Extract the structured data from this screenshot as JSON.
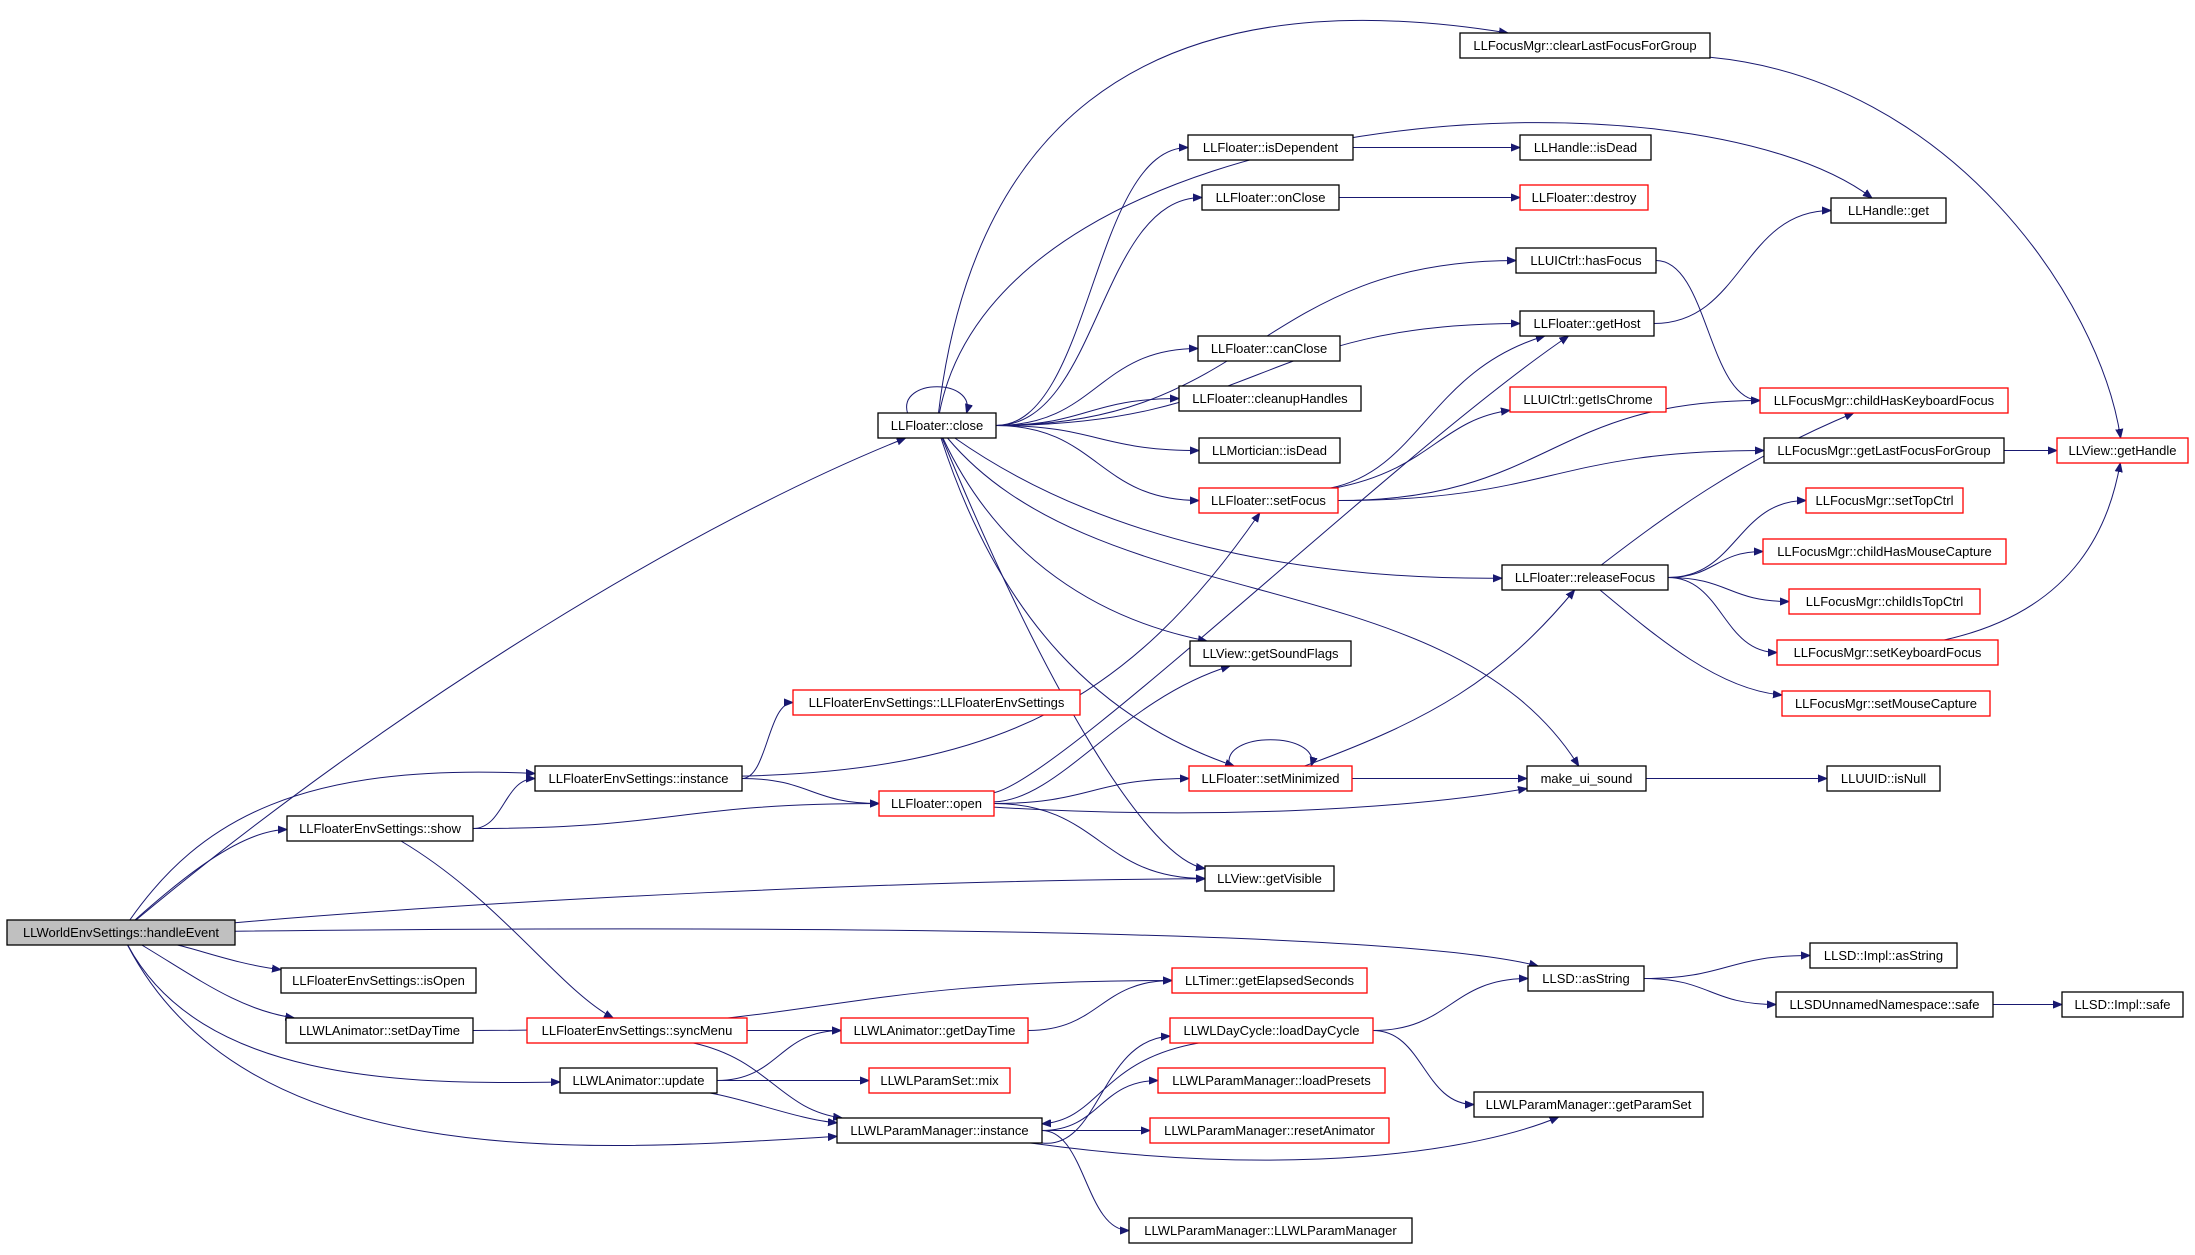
{
  "colors": {
    "edge": "#191970",
    "border_defined": "#000000",
    "border_undocumented": "#ff0000",
    "root_fill": "#c0c0c0"
  },
  "nodes": [
    {
      "id": "handleEvent",
      "label": "LLWorldEnvSettings::handleEvent",
      "style": "root"
    },
    {
      "id": "close",
      "label": "LLFloater::close",
      "style": "black"
    },
    {
      "id": "clearLastFocus",
      "label": "LLFocusMgr::clearLastFocusForGroup",
      "style": "black"
    },
    {
      "id": "isDependent",
      "label": "LLFloater::isDependent",
      "style": "black"
    },
    {
      "id": "handleIsDead",
      "label": "LLHandle::isDead",
      "style": "black"
    },
    {
      "id": "onClose",
      "label": "LLFloater::onClose",
      "style": "black"
    },
    {
      "id": "destroy",
      "label": "LLFloater::destroy",
      "style": "red"
    },
    {
      "id": "handleGet",
      "label": "LLHandle::get",
      "style": "black"
    },
    {
      "id": "hasFocus",
      "label": "LLUICtrl::hasFocus",
      "style": "black"
    },
    {
      "id": "getHost",
      "label": "LLFloater::getHost",
      "style": "black"
    },
    {
      "id": "canClose",
      "label": "LLFloater::canClose",
      "style": "black"
    },
    {
      "id": "cleanupHandles",
      "label": "LLFloater::cleanupHandles",
      "style": "black"
    },
    {
      "id": "morticianIsDead",
      "label": "LLMortician::isDead",
      "style": "black"
    },
    {
      "id": "getIsChrome",
      "label": "LLUICtrl::getIsChrome",
      "style": "red"
    },
    {
      "id": "childHasKbFocus",
      "label": "LLFocusMgr::childHasKeyboardFocus",
      "style": "red"
    },
    {
      "id": "getLastFocus",
      "label": "LLFocusMgr::getLastFocusForGroup",
      "style": "black"
    },
    {
      "id": "getHandle",
      "label": "LLView::getHandle",
      "style": "red"
    },
    {
      "id": "setFocus",
      "label": "LLFloater::setFocus",
      "style": "red"
    },
    {
      "id": "setTopCtrl",
      "label": "LLFocusMgr::setTopCtrl",
      "style": "red"
    },
    {
      "id": "childHasMouse",
      "label": "LLFocusMgr::childHasMouseCapture",
      "style": "red"
    },
    {
      "id": "releaseFocus",
      "label": "LLFloater::releaseFocus",
      "style": "black"
    },
    {
      "id": "childIsTopCtrl",
      "label": "LLFocusMgr::childIsTopCtrl",
      "style": "red"
    },
    {
      "id": "setKbFocus",
      "label": "LLFocusMgr::setKeyboardFocus",
      "style": "red"
    },
    {
      "id": "getSoundFlags",
      "label": "LLView::getSoundFlags",
      "style": "black"
    },
    {
      "id": "envCtor",
      "label": "LLFloaterEnvSettings::LLFloaterEnvSettings",
      "style": "red"
    },
    {
      "id": "setMouseCapture",
      "label": "LLFocusMgr::setMouseCapture",
      "style": "red"
    },
    {
      "id": "envInstance",
      "label": "LLFloaterEnvSettings::instance",
      "style": "black"
    },
    {
      "id": "setMinimized",
      "label": "LLFloater::setMinimized",
      "style": "red"
    },
    {
      "id": "makeUiSound",
      "label": "make_ui_sound",
      "style": "black"
    },
    {
      "id": "uuidIsNull",
      "label": "LLUUID::isNull",
      "style": "black"
    },
    {
      "id": "open",
      "label": "LLFloater::open",
      "style": "red"
    },
    {
      "id": "envShow",
      "label": "LLFloaterEnvSettings::show",
      "style": "black"
    },
    {
      "id": "getVisible",
      "label": "LLView::getVisible",
      "style": "black"
    },
    {
      "id": "sdAsString",
      "label": "LLSD::asString",
      "style": "black"
    },
    {
      "id": "implAsString",
      "label": "LLSD::Impl::asString",
      "style": "black"
    },
    {
      "id": "envIsOpen",
      "label": "LLFloaterEnvSettings::isOpen",
      "style": "black"
    },
    {
      "id": "getElapsed",
      "label": "LLTimer::getElapsedSeconds",
      "style": "red"
    },
    {
      "id": "setDayTime",
      "label": "LLWLAnimator::setDayTime",
      "style": "black"
    },
    {
      "id": "syncMenu",
      "label": "LLFloaterEnvSettings::syncMenu",
      "style": "red"
    },
    {
      "id": "getDayTime",
      "label": "LLWLAnimator::getDayTime",
      "style": "red"
    },
    {
      "id": "loadDayCycle",
      "label": "LLWLDayCycle::loadDayCycle",
      "style": "red"
    },
    {
      "id": "unnamedSafe",
      "label": "LLSDUnnamedNamespace::safe",
      "style": "black"
    },
    {
      "id": "implSafe",
      "label": "LLSD::Impl::safe",
      "style": "black"
    },
    {
      "id": "animUpdate",
      "label": "LLWLAnimator::update",
      "style": "black"
    },
    {
      "id": "paramMix",
      "label": "LLWLParamSet::mix",
      "style": "red"
    },
    {
      "id": "loadPresets",
      "label": "LLWLParamManager::loadPresets",
      "style": "red"
    },
    {
      "id": "getParamSet",
      "label": "LLWLParamManager::getParamSet",
      "style": "black"
    },
    {
      "id": "paramInstance",
      "label": "LLWLParamManager::instance",
      "style": "black"
    },
    {
      "id": "resetAnimator",
      "label": "LLWLParamManager::resetAnimator",
      "style": "red"
    },
    {
      "id": "paramCtor",
      "label": "LLWLParamManager::LLWLParamManager",
      "style": "black"
    }
  ],
  "edges": [
    [
      "handleEvent",
      "close"
    ],
    [
      "handleEvent",
      "envInstance"
    ],
    [
      "handleEvent",
      "envShow"
    ],
    [
      "handleEvent",
      "getVisible"
    ],
    [
      "handleEvent",
      "sdAsString"
    ],
    [
      "handleEvent",
      "envIsOpen"
    ],
    [
      "handleEvent",
      "setDayTime"
    ],
    [
      "handleEvent",
      "animUpdate"
    ],
    [
      "handleEvent",
      "paramInstance"
    ],
    [
      "close",
      "clearLastFocus"
    ],
    [
      "close",
      "handleGet"
    ],
    [
      "close",
      "isDependent"
    ],
    [
      "close",
      "onClose"
    ],
    [
      "close",
      "hasFocus"
    ],
    [
      "close",
      "getHost"
    ],
    [
      "close",
      "canClose"
    ],
    [
      "close",
      "cleanupHandles"
    ],
    [
      "close",
      "morticianIsDead"
    ],
    [
      "close",
      "setFocus"
    ],
    [
      "close",
      "releaseFocus"
    ],
    [
      "close",
      "getSoundFlags"
    ],
    [
      "close",
      "setMinimized"
    ],
    [
      "close",
      "makeUiSound"
    ],
    [
      "close",
      "getVisible"
    ],
    [
      "close",
      "close"
    ],
    [
      "clearLastFocus",
      "getHandle"
    ],
    [
      "isDependent",
      "handleIsDead"
    ],
    [
      "onClose",
      "destroy"
    ],
    [
      "hasFocus",
      "childHasKbFocus"
    ],
    [
      "getHost",
      "handleGet"
    ],
    [
      "setFocus",
      "getHost"
    ],
    [
      "setFocus",
      "getIsChrome"
    ],
    [
      "setFocus",
      "childHasKbFocus"
    ],
    [
      "setFocus",
      "getLastFocus"
    ],
    [
      "getLastFocus",
      "getHandle"
    ],
    [
      "releaseFocus",
      "childHasKbFocus"
    ],
    [
      "releaseFocus",
      "setTopCtrl"
    ],
    [
      "releaseFocus",
      "childHasMouse"
    ],
    [
      "releaseFocus",
      "childIsTopCtrl"
    ],
    [
      "releaseFocus",
      "setKbFocus"
    ],
    [
      "releaseFocus",
      "setMouseCapture"
    ],
    [
      "setKbFocus",
      "getHandle"
    ],
    [
      "envInstance",
      "envCtor"
    ],
    [
      "envInstance",
      "open"
    ],
    [
      "envInstance",
      "setFocus"
    ],
    [
      "envShow",
      "envInstance"
    ],
    [
      "envShow",
      "open"
    ],
    [
      "envShow",
      "syncMenu"
    ],
    [
      "open",
      "getHost"
    ],
    [
      "open",
      "getSoundFlags"
    ],
    [
      "open",
      "setMinimized"
    ],
    [
      "open",
      "makeUiSound"
    ],
    [
      "open",
      "getVisible"
    ],
    [
      "setMinimized",
      "makeUiSound"
    ],
    [
      "setMinimized",
      "releaseFocus"
    ],
    [
      "setMinimized",
      "setMinimized"
    ],
    [
      "makeUiSound",
      "uuidIsNull"
    ],
    [
      "sdAsString",
      "implAsString"
    ],
    [
      "sdAsString",
      "unnamedSafe"
    ],
    [
      "unnamedSafe",
      "implSafe"
    ],
    [
      "setDayTime",
      "getElapsed"
    ],
    [
      "syncMenu",
      "getDayTime"
    ],
    [
      "syncMenu",
      "paramInstance"
    ],
    [
      "getDayTime",
      "getElapsed"
    ],
    [
      "animUpdate",
      "getDayTime"
    ],
    [
      "animUpdate",
      "paramMix"
    ],
    [
      "animUpdate",
      "paramInstance"
    ],
    [
      "loadDayCycle",
      "sdAsString"
    ],
    [
      "loadDayCycle",
      "getParamSet"
    ],
    [
      "loadDayCycle",
      "paramInstance"
    ],
    [
      "paramInstance",
      "loadPresets"
    ],
    [
      "paramInstance",
      "getParamSet"
    ],
    [
      "paramInstance",
      "resetAnimator"
    ],
    [
      "paramInstance",
      "paramCtor"
    ],
    [
      "paramInstance",
      "loadDayCycle"
    ]
  ]
}
